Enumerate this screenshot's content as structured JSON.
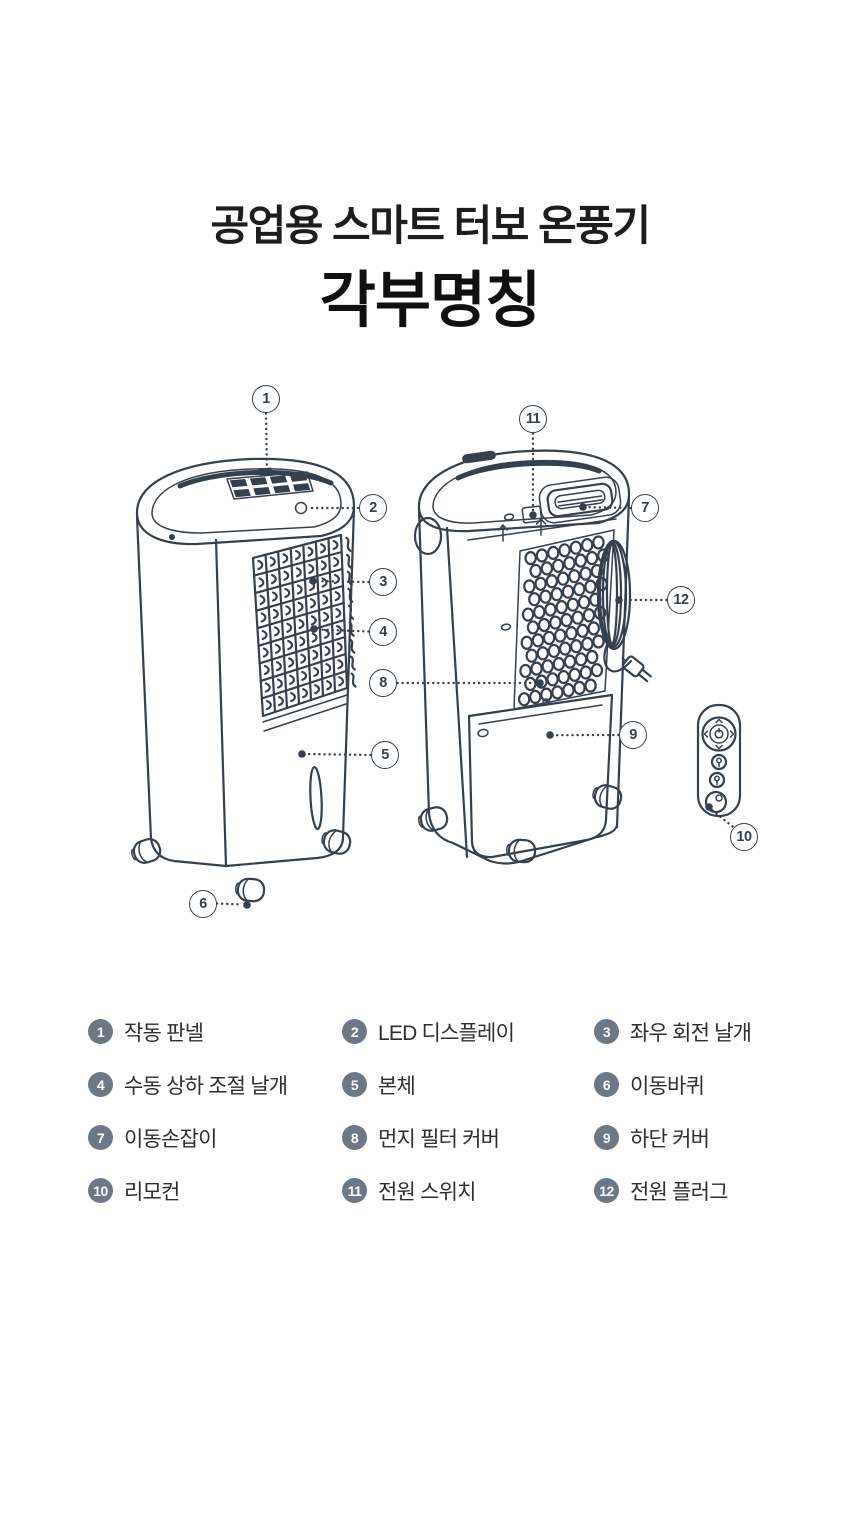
{
  "header": {
    "subtitle": "공업용 스마트 터보 온풍기",
    "title": "각부명칭"
  },
  "colors": {
    "line_art": "#35404f",
    "badge": "#6d7886",
    "title_text": "#101010",
    "label_text": "#2e2e2e",
    "background": "#ffffff"
  },
  "diagram": {
    "views": [
      {
        "name": "front-view-unit"
      },
      {
        "name": "rear-view-unit"
      },
      {
        "name": "remote-control"
      }
    ]
  },
  "legend": {
    "items": [
      {
        "num": "1",
        "label": "작동 판넬"
      },
      {
        "num": "2",
        "label": "LED 디스플레이"
      },
      {
        "num": "3",
        "label": "좌우 회전 날개"
      },
      {
        "num": "4",
        "label": "수동 상하 조절 날개"
      },
      {
        "num": "5",
        "label": "본체"
      },
      {
        "num": "6",
        "label": "이동바퀴"
      },
      {
        "num": "7",
        "label": "이동손잡이"
      },
      {
        "num": "8",
        "label": "먼지 필터 커버"
      },
      {
        "num": "9",
        "label": "하단 커버"
      },
      {
        "num": "10",
        "label": "리모컨"
      },
      {
        "num": "11",
        "label": "전원 스위치"
      },
      {
        "num": "12",
        "label": "전원 플러그"
      }
    ]
  }
}
